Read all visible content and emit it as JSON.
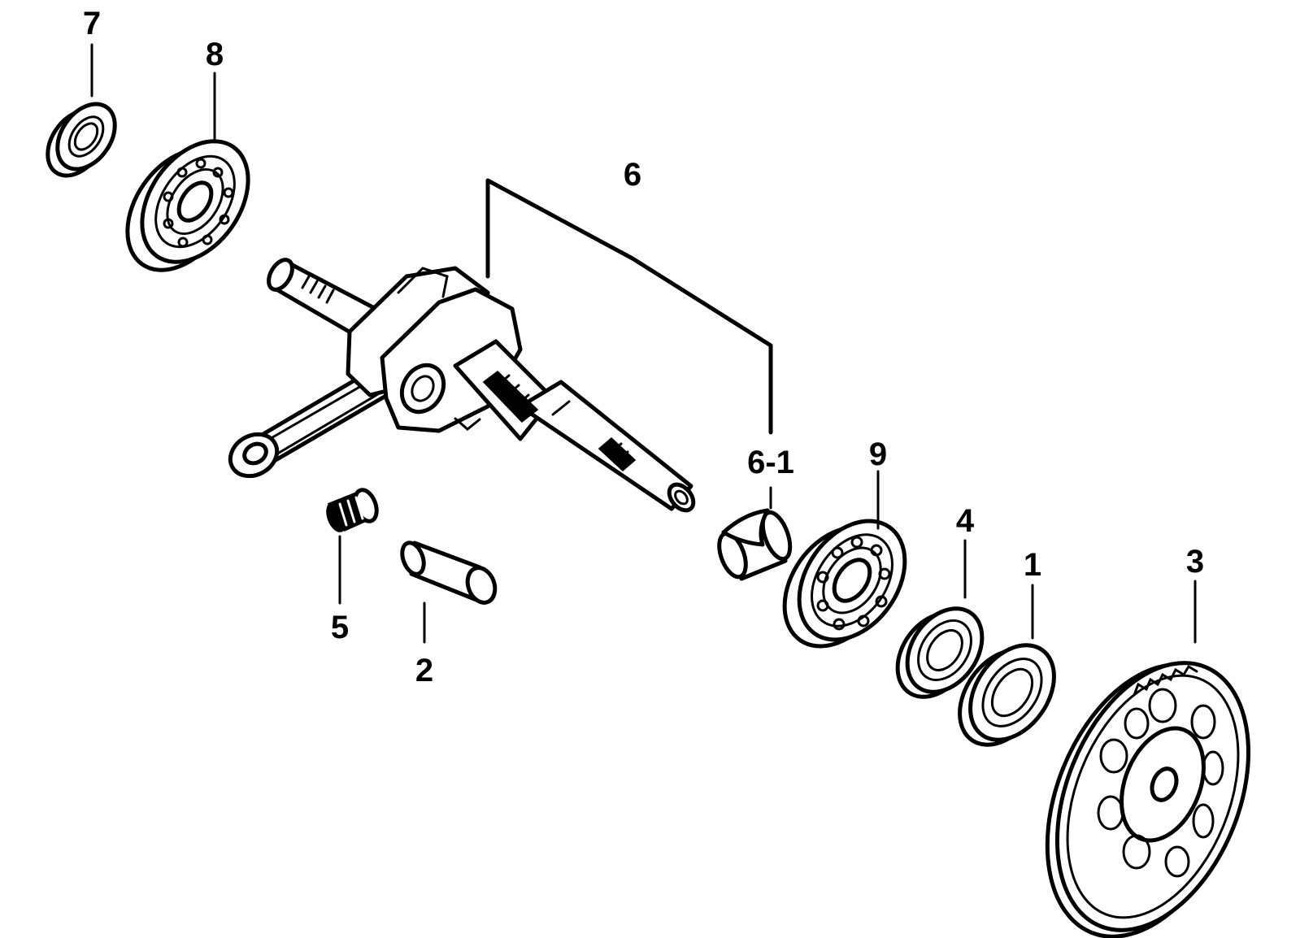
{
  "callouts": [
    {
      "id": "7",
      "text": "7"
    },
    {
      "id": "8",
      "text": "8"
    },
    {
      "id": "6",
      "text": "6"
    },
    {
      "id": "6-1",
      "text": "6-1"
    },
    {
      "id": "9",
      "text": "9"
    },
    {
      "id": "4",
      "text": "4"
    },
    {
      "id": "1",
      "text": "1"
    },
    {
      "id": "3",
      "text": "3"
    },
    {
      "id": "5",
      "text": "5"
    },
    {
      "id": "2",
      "text": "2"
    }
  ],
  "colors": {
    "ink": "#000000",
    "paper": "#ffffff"
  }
}
